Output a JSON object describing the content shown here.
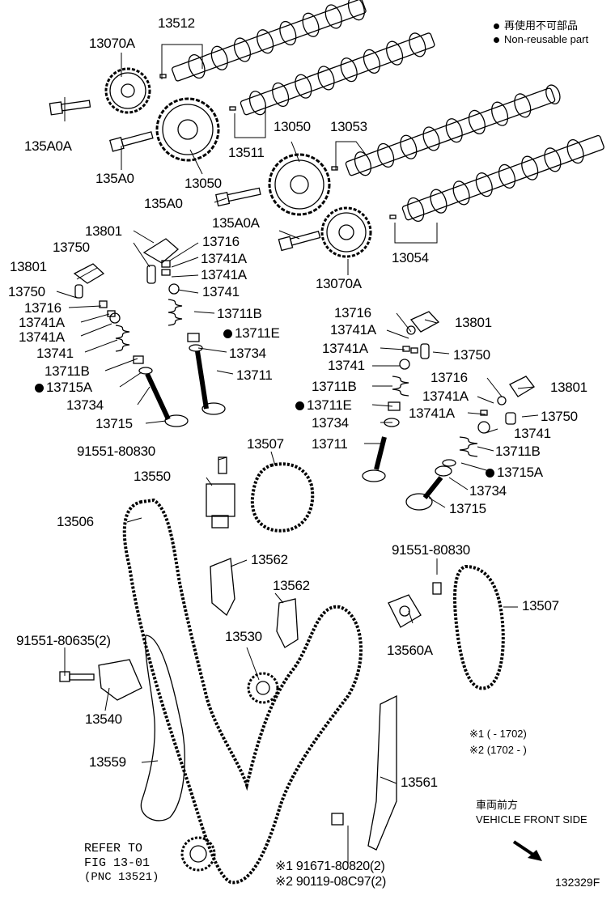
{
  "legend": {
    "non_reusable_jp": "再使用不可部品",
    "non_reusable_en": "Non-reusable part"
  },
  "notes": {
    "note1": "※1 (      - 1702)",
    "note2": "※2 (1702 -      )",
    "front_jp": "車両前方",
    "front_en": "VEHICLE FRONT SIDE",
    "refer1": "REFER TO",
    "refer2": "FIG 13-01",
    "refer3": "(PNC 13521)",
    "bolt1": "※1 91671-80820(2)",
    "bolt2": "※2 90119-08C97(2)",
    "fig_id": "132329F"
  },
  "labels": {
    "l13512": "13512",
    "l13070A_a": "13070A",
    "l135A0A_a": "135A0A",
    "l135A0_a": "135A0",
    "l13050_a": "13050",
    "l13511": "13511",
    "l13050_b": "13050",
    "l13053": "13053",
    "l135A0_b": "135A0",
    "l135A0A_b": "135A0A",
    "l13054": "13054",
    "l13070A_b": "13070A",
    "l13801_a": "13801",
    "l13750_a": "13750",
    "l13716_a": "13716",
    "l13741A_a1": "13741A",
    "l13741A_a2": "13741A",
    "l13741_a": "13741",
    "l13711B_a": "13711B",
    "l13711E_a": "13711E",
    "l13734_a": "13734",
    "l13711_a": "13711",
    "l13801_b": "13801",
    "l13750_b": "13750",
    "l13716_b": "13716",
    "l13741A_b1": "13741A",
    "l13741A_b2": "13741A",
    "l13741_b": "13741",
    "l13711B_b": "13711B",
    "l13715A_b": "13715A",
    "l13734_b": "13734",
    "l13715_b": "13715",
    "l13716_c": "13716",
    "l13801_c": "13801",
    "l13741A_c1": "13741A",
    "l13741A_c2": "13741A",
    "l13750_c": "13750",
    "l13741_c": "13741",
    "l13711B_c": "13711B",
    "l13711E_c": "13711E",
    "l13734_c": "13734",
    "l13711_c": "13711",
    "l13716_d": "13716",
    "l13801_d": "13801",
    "l13741A_d1": "13741A",
    "l13741A_d2": "13741A",
    "l13750_d": "13750",
    "l13741_d": "13741",
    "l13711B_d": "13711B",
    "l13715A_d": "13715A",
    "l13734_d": "13734",
    "l13715_d": "13715",
    "l91551_80830_a": "91551-80830",
    "l13507_a": "13507",
    "l13550": "13550",
    "l13506": "13506",
    "l13562_a": "13562",
    "l13562_b": "13562",
    "l91551_80830_b": "91551-80830",
    "l13507_b": "13507",
    "l91551_80635": "91551-80635(2)",
    "l13530": "13530",
    "l13560A": "13560A",
    "l13540": "13540",
    "l13559": "13559",
    "l13561": "13561"
  }
}
